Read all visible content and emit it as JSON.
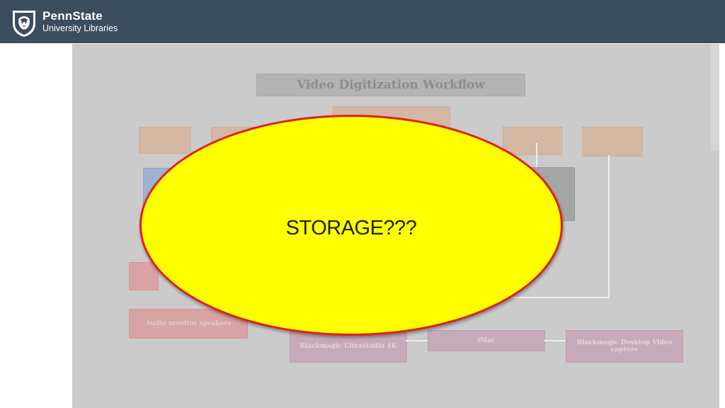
{
  "header": {
    "brand_line1": "PennState",
    "brand_line2": "University Libraries",
    "logo_icon": "nittany-lion-shield-icon",
    "background_color": "#3a4e60"
  },
  "slide": {
    "title": "Video Digitization Workflow",
    "boxes": {
      "audio_monitor": "Audio monitor speakers",
      "blackmagic_card": "Blackmagic Ultrastudio 4K",
      "imac": "iMac",
      "blackmagic_software": "Blackmagic Desktop Video capture"
    },
    "callout": {
      "text": "STORAGE???",
      "fill_color": "#ffff00",
      "border_color": "#e02020"
    }
  }
}
